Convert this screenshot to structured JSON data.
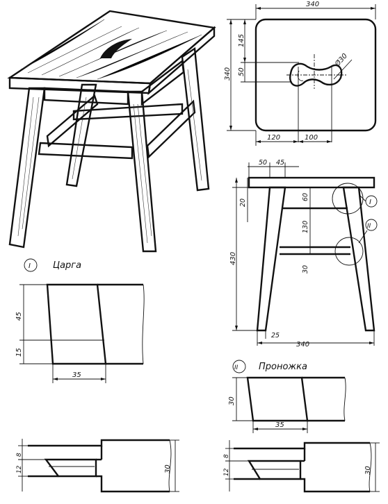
{
  "colors": {
    "ink": "#111111",
    "paper": "#ffffff"
  },
  "top_view": {
    "width": "340",
    "depth": "340",
    "dim_145": "145",
    "dim_50": "50",
    "dim_120": "120",
    "dim_100": "100",
    "hole_dia": "Ø30"
  },
  "front_view": {
    "dim_50": "50",
    "dim_45": "45",
    "dim_20": "20",
    "dim_60": "60",
    "dim_130": "130",
    "dim_30": "30",
    "dim_430": "430",
    "dim_25": "25",
    "dim_340": "340",
    "callout_1": "I",
    "callout_2": "II"
  },
  "detail_1": {
    "marker": "I",
    "title": "Царга",
    "dim_45": "45",
    "dim_15": "15",
    "dim_35": "35",
    "dim_8": "8",
    "dim_12": "12",
    "dim_30": "30"
  },
  "detail_2": {
    "marker": "II",
    "title": "Проножка",
    "dim_30": "30",
    "dim_35": "35",
    "dim_8": "8",
    "dim_12": "12",
    "dim_30b": "30"
  }
}
